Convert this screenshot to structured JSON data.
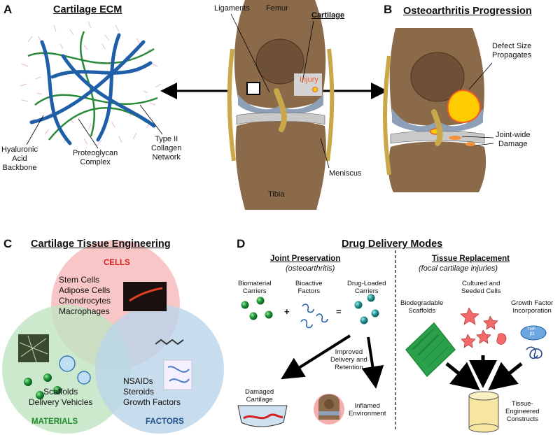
{
  "panels": {
    "a": {
      "letter": "A",
      "title": "Cartilage ECM",
      "labels": {
        "hyaluronic": "Hyaluronic\nAcid\nBackbone",
        "proteoglycan": "Proteoglycan\nComplex",
        "collagen": "Type II\nCollagen\nNetwork"
      }
    },
    "knee": {
      "femur": "Femur",
      "tibia": "Tibia",
      "ligaments": "Ligaments",
      "cartilage": "Cartilage",
      "injury": "Injury",
      "meniscus": "Meniscus"
    },
    "b": {
      "letter": "B",
      "title": "Osteoarthritis Progression",
      "labels": {
        "defect": "Defect Size\nPropagates",
        "damage": "Joint-wide\nDamage"
      }
    },
    "c": {
      "letter": "C",
      "title": "Cartilage Tissue Engineering",
      "cells_head": "CELLS",
      "cells_list": "Stem Cells\nAdipose Cells\nChondrocytes\nMacrophages",
      "materials_head": "MATERIALS",
      "materials_list": "Scaffolds\nDelivery Vehicles",
      "factors_head": "FACTORS",
      "factors_list": "NSAIDs\nSteroids\nGrowth Factors"
    },
    "d": {
      "letter": "D",
      "title": "Drug Delivery Modes",
      "jp_title": "Joint Preservation",
      "jp_sub": "(osteoarthritis)",
      "tr_title": "Tissue Replacement",
      "tr_sub": "(focal cartilage injuries)",
      "biomaterial": "Biomaterial\nCarriers",
      "bioactive": "Bioactive\nFactors",
      "drug_loaded": "Drug-Loaded\nCarriers",
      "plus": "+",
      "equals": "=",
      "improved": "Improved\nDelivery and\nRetention",
      "damaged": "Damaged\nCartilage",
      "inflamed": "Inflamed\nEnvironment",
      "scaffolds": "Biodegradable\nScaffolds",
      "cultured": "Cultured and\nSeeded Cells",
      "growth": "Growth Factor\nIncorporation",
      "tgf": "TGF-\nβ3",
      "engineered": "Tissue-\nEngineered\nConstructs"
    }
  },
  "colors": {
    "bone": "#8a6a48",
    "cartilage": "#8ea0b8",
    "cells_circle": "#f6b8b8",
    "materials_circle": "#bfe3c0",
    "factors_circle": "#b9d4ea",
    "cells_text": "#d41f1f",
    "materials_text": "#1f8a2a",
    "factors_text": "#1f4e8a",
    "injury": "#ffcc00"
  }
}
